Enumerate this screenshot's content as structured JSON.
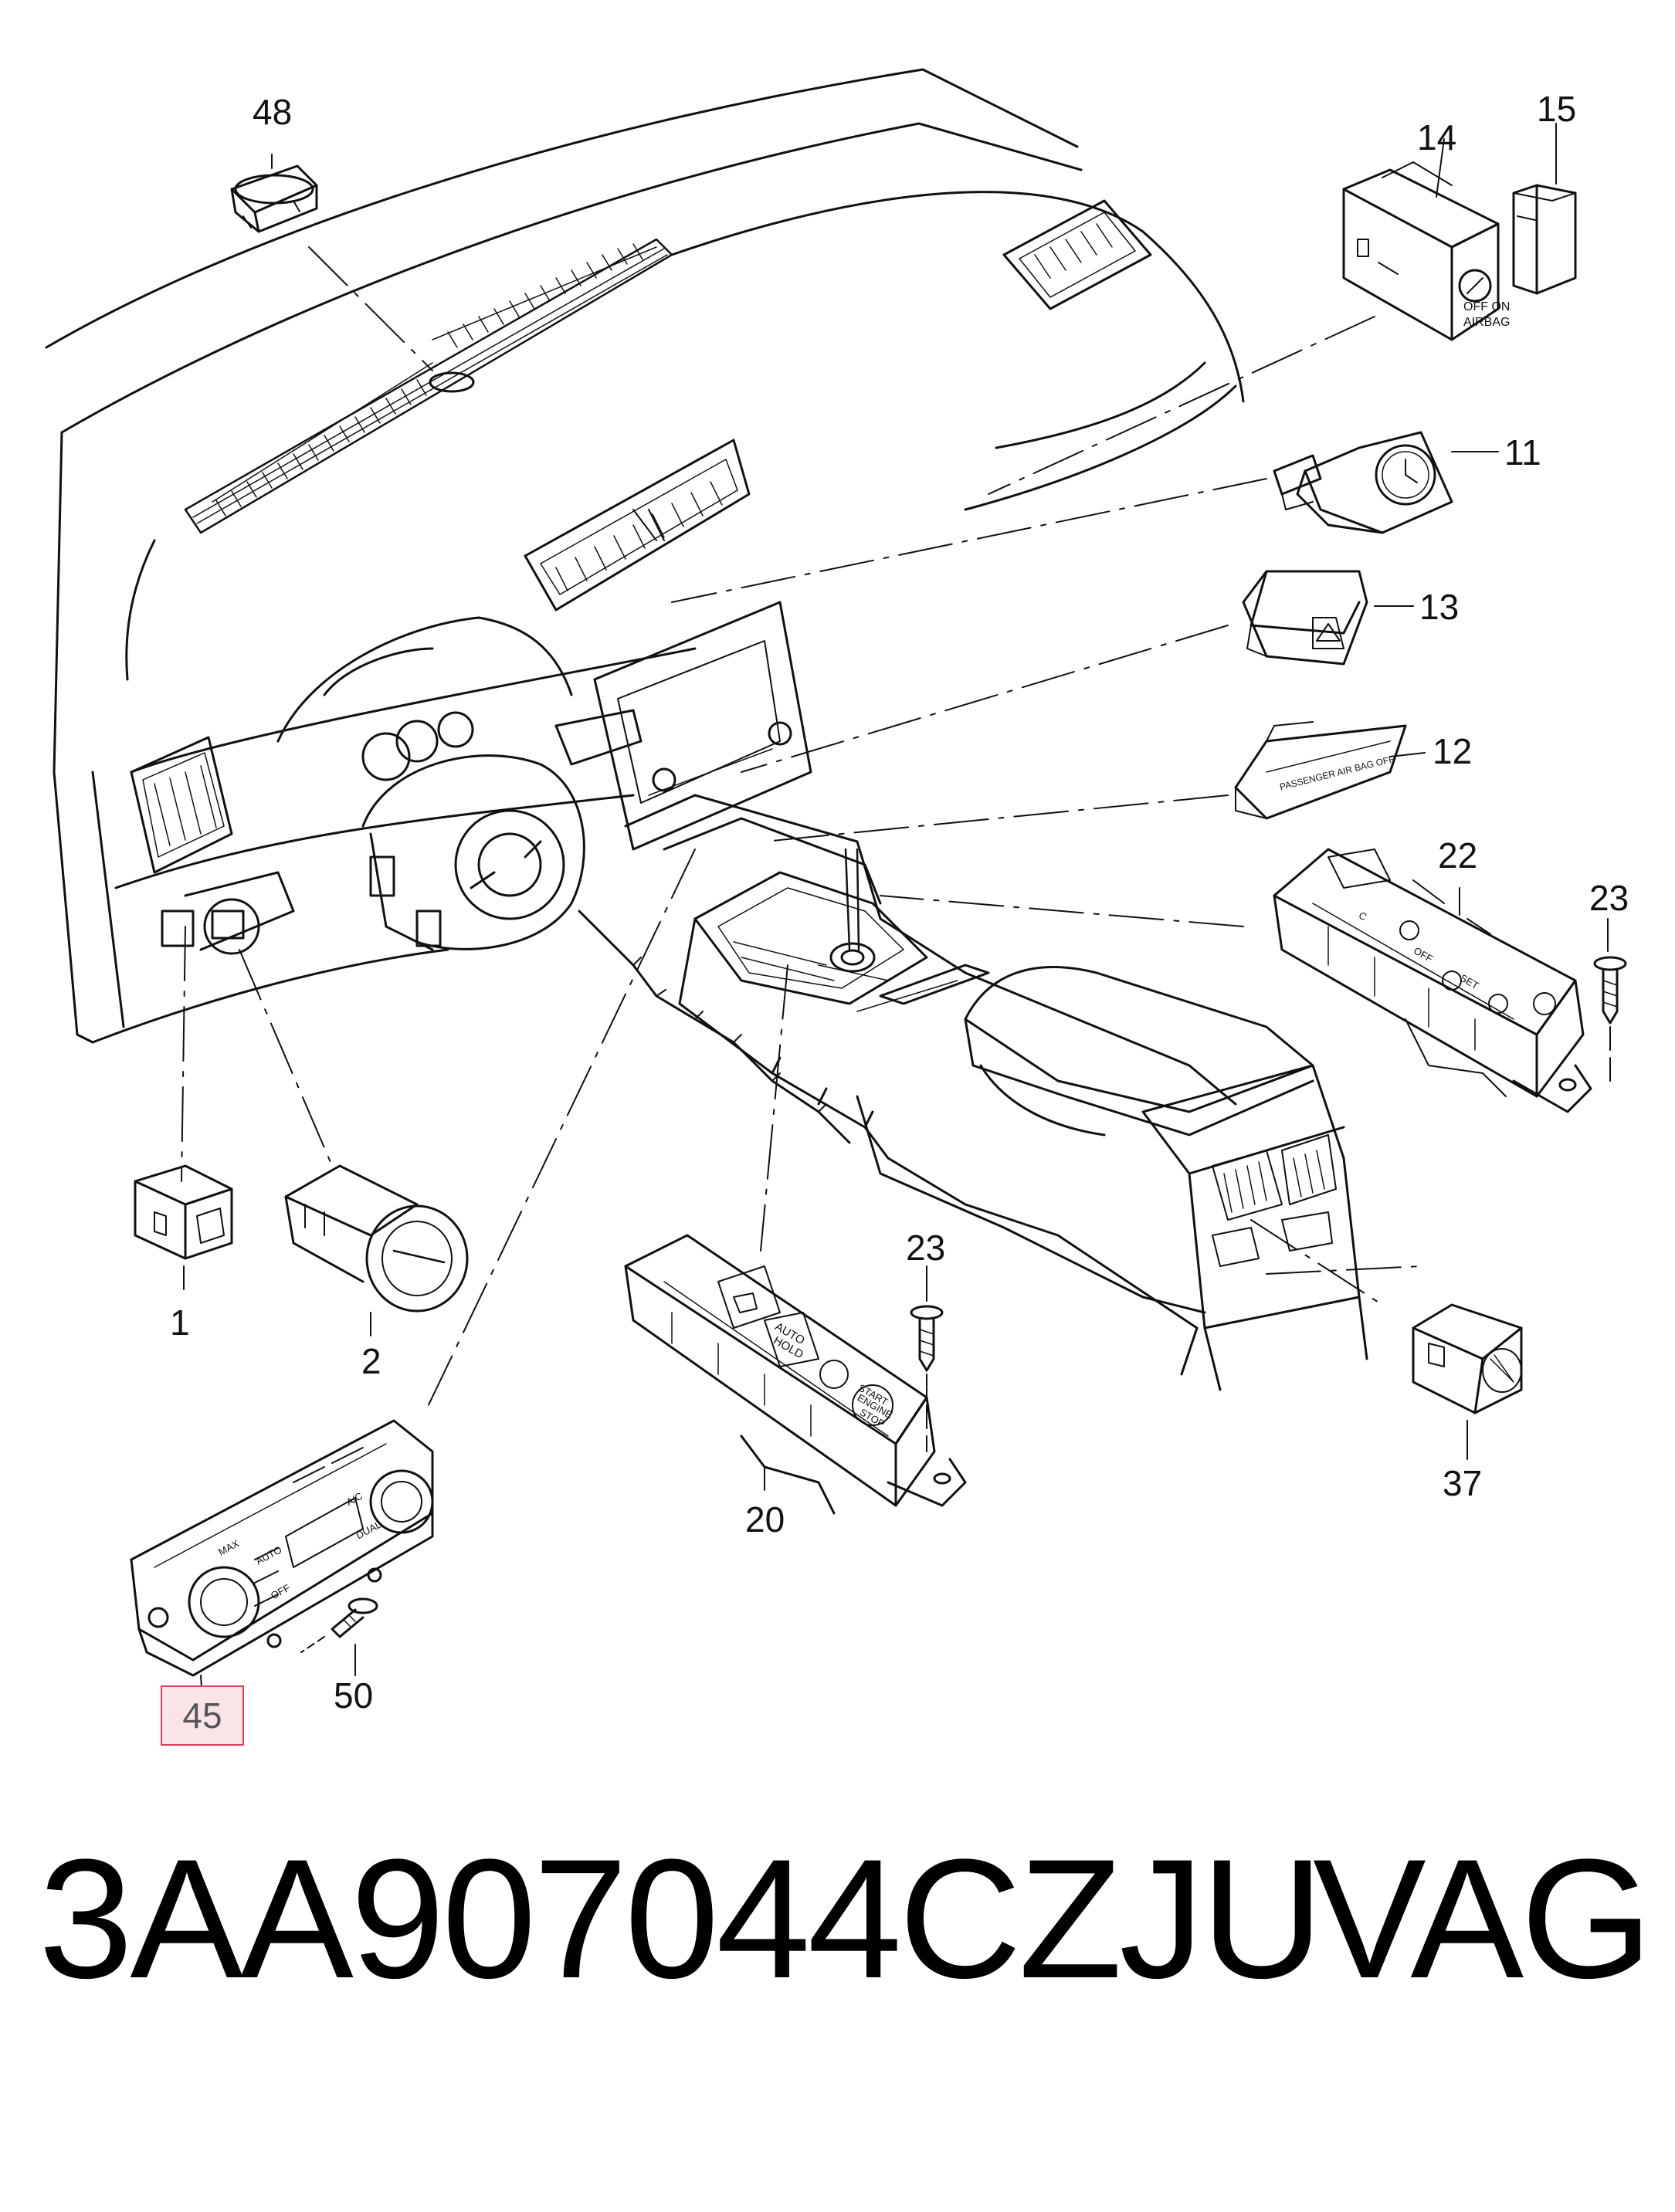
{
  "callouts": {
    "c48": "48",
    "c14": "14",
    "c15": "15",
    "c11": "11",
    "c13": "13",
    "c12": "12",
    "c22": "22",
    "c23a": "23",
    "c23b": "23",
    "c1": "1",
    "c2": "2",
    "c20": "20",
    "c37": "37",
    "c45": "45",
    "c50": "50"
  },
  "part_labels": {
    "airbag_line1": "OFF ON",
    "airbag_line2": "AIRBAG",
    "airbag_strip": "PASSENGER AIR BAG OFF",
    "btn_auto": "AUTO",
    "btn_hold": "HOLD",
    "btn_off": "OFF",
    "btn_start": "START",
    "btn_engine": "ENGINE",
    "btn_stop": "STOP",
    "btn_auto_climate": "AUTO",
    "btn_ac": "A/C",
    "btn_dual": "DUAL",
    "btn_off_climate": "OFF",
    "btn_max": "MAX",
    "btn_c": "C",
    "btn_off22": "OFF",
    "btn_set": "SET"
  },
  "footer": {
    "part_number": "3AA907044CZJU",
    "brand": "VAG"
  },
  "highlight_color": "#e0405a",
  "highlight_fill": "#fbe4e8"
}
